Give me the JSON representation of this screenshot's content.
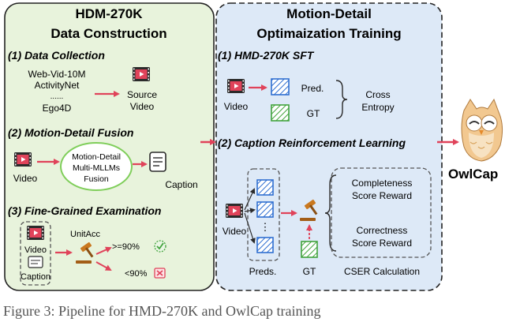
{
  "left_panel": {
    "title_line1": "HDM-270K",
    "title_line2": "Data Construction",
    "section1": {
      "heading": "(1) Data Collection",
      "sources": [
        "Web-Vid-10M",
        "ActivityNet",
        "......",
        "Ego4D"
      ],
      "output_line1": "Source",
      "output_line2": "Video"
    },
    "section2": {
      "heading": "(2) Motion-Detail Fusion",
      "input_label": "Video",
      "fusion_lines": [
        "Motion-Detail",
        "Multi-MLLMs",
        "Fusion"
      ],
      "output_label": "Caption"
    },
    "section3": {
      "heading": "(3) Fine-Grained Examination",
      "video_label": "Video",
      "caption_label": "Caption",
      "metric_label": "UnitAcc",
      "pass_label": ">=90%",
      "fail_label": "<90%"
    }
  },
  "right_panel": {
    "title_line1": "Motion-Detail",
    "title_line2": "Optimaization Training",
    "section1": {
      "heading": "(1) HMD-270K SFT",
      "video_label": "Video",
      "pred_label": "Pred.",
      "gt_label": "GT",
      "loss_line1": "Cross",
      "loss_line2": "Entropy"
    },
    "section2": {
      "heading": "(2) Caption Reinforcement Learning",
      "video_label": "Video",
      "preds_label": "Preds.",
      "gt_label": "GT",
      "dots": "⋮",
      "reward1_line1": "Completeness",
      "reward1_line2": "Score Reward",
      "reward2_line1": "Correctness",
      "reward2_line2": "Score Reward",
      "calc_label": "CSER Calculation"
    }
  },
  "model_name": "OwlCap",
  "caption_text": "Figure 3: Pipeline for HMD-270K and OwlCap training",
  "colors": {
    "left_bg": "#e8f3dc",
    "right_bg": "#dde9f7",
    "arrow": "#e0435a",
    "pred_blue": "#2f6fd1",
    "gt_green": "#41a33c",
    "ellipse_green": "#7fce5a"
  }
}
